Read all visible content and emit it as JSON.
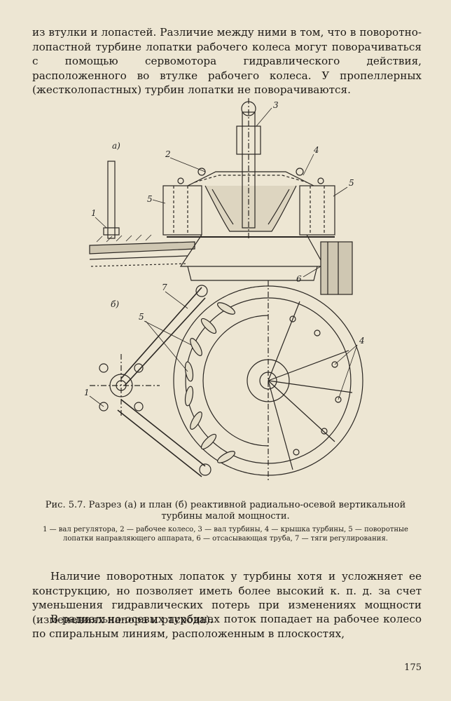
{
  "paragraphs": {
    "p1": "из втулки и лопастей. Различие между ними в том, что в поворотно-лопастной турбине лопатки рабочего колеса могут поворачиваться с помощью сервомотора гидравлического действия, расположенного во втулке рабочего колеса. У пропеллерных (жестколопастных) турбин лопатки не поворачиваются.",
    "p2": "Наличие поворотных лопаток у турбины хотя и усложняет ее конструкцию, но позволяет иметь более высокий к. п. д. за счет уменьшения гидравлических потерь при изменениях мощности (изменениях напора и расхода).",
    "p3": "В радиально-осевых турбинах поток попадает на рабочее колесо по спиральным линиям, расположенным в плоскостях,"
  },
  "figure": {
    "caption": "Рис. 5.7. Разрез (а) и план (б) реактивной радиально-осевой вертикальной турбины малой мощности.",
    "legend": "1 — вал регулятора, 2 — рабочее колесо, 3 — вал турбины, 4 — крышка турбины, 5 — поворотные лопатки направляющего аппарата, 6 — отсасывающая труба, 7 — тяги регулирования.",
    "labels": {
      "view_a": "а)",
      "view_b": "б)",
      "n1a": "1",
      "n2": "2",
      "n3": "3",
      "n4a": "4",
      "n5a": "5",
      "n5b": "5",
      "n6": "6",
      "n7": "7",
      "n5c": "5",
      "n4b": "4",
      "n1b": "1"
    }
  },
  "page_number": "175"
}
